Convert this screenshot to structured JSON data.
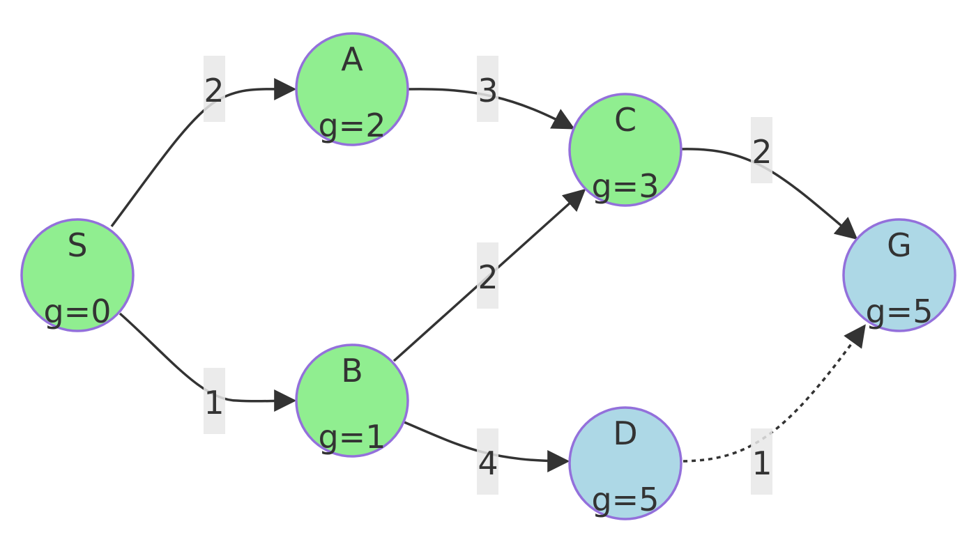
{
  "colors": {
    "visited": "#90ee90",
    "frontier": "#add8e6",
    "node_stroke": "#9370db",
    "edge": "#333333",
    "label_bg": "#e8e8e8"
  },
  "nodes": {
    "S": {
      "name": "S",
      "cost": "g=0",
      "state": "visited"
    },
    "A": {
      "name": "A",
      "cost": "g=2",
      "state": "visited"
    },
    "B": {
      "name": "B",
      "cost": "g=1",
      "state": "visited"
    },
    "C": {
      "name": "C",
      "cost": "g=3",
      "state": "visited"
    },
    "D": {
      "name": "D",
      "cost": "g=5",
      "state": "frontier"
    },
    "G": {
      "name": "G",
      "cost": "g=5",
      "state": "frontier"
    }
  },
  "edges": {
    "SA": {
      "from": "S",
      "to": "A",
      "weight": "2",
      "style": "solid"
    },
    "AC": {
      "from": "A",
      "to": "C",
      "weight": "3",
      "style": "solid"
    },
    "CG": {
      "from": "C",
      "to": "G",
      "weight": "2",
      "style": "solid"
    },
    "SB": {
      "from": "S",
      "to": "B",
      "weight": "1",
      "style": "solid"
    },
    "BC": {
      "from": "B",
      "to": "C",
      "weight": "2",
      "style": "solid"
    },
    "BD": {
      "from": "B",
      "to": "D",
      "weight": "4",
      "style": "solid"
    },
    "DG": {
      "from": "D",
      "to": "G",
      "weight": "1",
      "style": "dashed"
    }
  }
}
